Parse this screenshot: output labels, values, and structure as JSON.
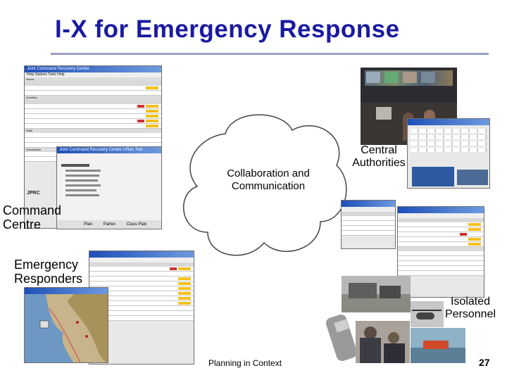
{
  "slide": {
    "title": "I-X for Emergency Response",
    "cloud_text": "Collaboration and Communication",
    "labels": {
      "command_centre": "Command Centre",
      "central_authorities": "Central Authorities",
      "emergency_responders": "Emergency Responders",
      "isolated_personnel": "Isolated Personnel"
    },
    "footer": "Planning in Context",
    "page_number": "27"
  },
  "command_window": {
    "title": "Joint Command Recovery Centre",
    "menu": "Help Options Tools Help",
    "sections": [
      "Issues",
      "Activities",
      "State",
      "Annotations"
    ],
    "footer_logo": "JPRC",
    "tabs": [
      "Plan",
      "Partex",
      "Class Plan"
    ],
    "inner_title": "Joint Command Recovery Centre I-Plan Tool"
  },
  "colors": {
    "title": "#1a1aa0",
    "rule": "#9a9fc6",
    "window_title_bar": "#1e4fb8",
    "flag": "#f4c01c"
  }
}
